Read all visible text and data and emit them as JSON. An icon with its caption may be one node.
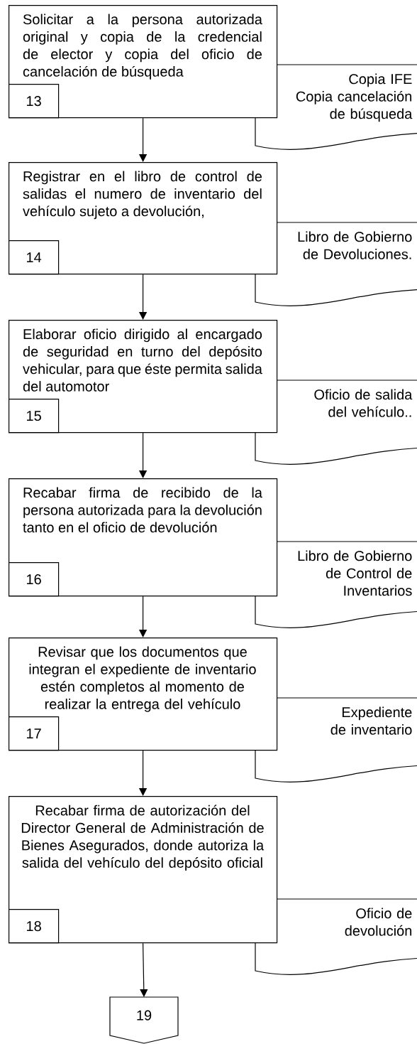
{
  "diagram": {
    "nodes": [
      {
        "text": [
          "Solicitar a la persona autorizada original y copia de la credencial de elector y copia del oficio de cancelación de búsqueda"
        ]
      },
      {
        "text": [
          "13"
        ],
        "in": 0
      },
      {
        "text": [
          "Copia IFE",
          "Copia cancelación de búsqueda"
        ]
      },
      {
        "text": [
          "Registrar en el libro de control de salidas el numero de inventario del vehículo sujeto a devolución,"
        ]
      },
      {
        "text": [
          "14"
        ],
        "in": 3
      },
      {
        "text": [
          "Libro de Gobierno de Devoluciones."
        ]
      },
      {
        "text": [
          "Elaborar oficio dirigido al encargado de seguridad en turno del depósito vehicular, para que éste permita salida del automotor"
        ]
      },
      {
        "text": [
          "15"
        ],
        "in": 6
      },
      {
        "text": [
          "Oficio de salida del vehículo.."
        ]
      },
      {
        "text": [
          "Recabar firma de recibido de la persona autorizada para la devolución tanto en el oficio de devolución"
        ]
      },
      {
        "text": [
          "16"
        ],
        "in": 9
      },
      {
        "text": [
          "Libro de Gobierno de Control de Inventarios"
        ]
      },
      {
        "text": [
          "Revisar que los documentos que integran el expediente de inventario estén completos al momento de realizar la entrega del vehículo"
        ]
      },
      {
        "text": [
          "17"
        ],
        "in": 12
      },
      {
        "text": [
          "Expediente de inventario"
        ]
      },
      {
        "text": [
          "Recabar firma de autorización del Director General de Administración de Bienes Asegurados, donde autoriza la salida del vehículo del depósito oficial"
        ]
      },
      {
        "text": [
          "18"
        ],
        "in": 15
      },
      {
        "text": [
          "Oficio de devolución"
        ]
      },
      {
        "text": [
          "19"
        ]
      }
    ],
    "edges": [
      {
        "from": 0,
        "to": 3,
        "arrow": "to"
      },
      {
        "from": 3,
        "to": 6,
        "arrow": "to"
      },
      {
        "from": 6,
        "to": 9,
        "arrow": "to"
      },
      {
        "from": 9,
        "to": 12,
        "arrow": "to"
      },
      {
        "from": 12,
        "to": 15,
        "arrow": "to"
      },
      {
        "from": 15,
        "to": 18,
        "arrow": "to"
      }
    ]
  }
}
